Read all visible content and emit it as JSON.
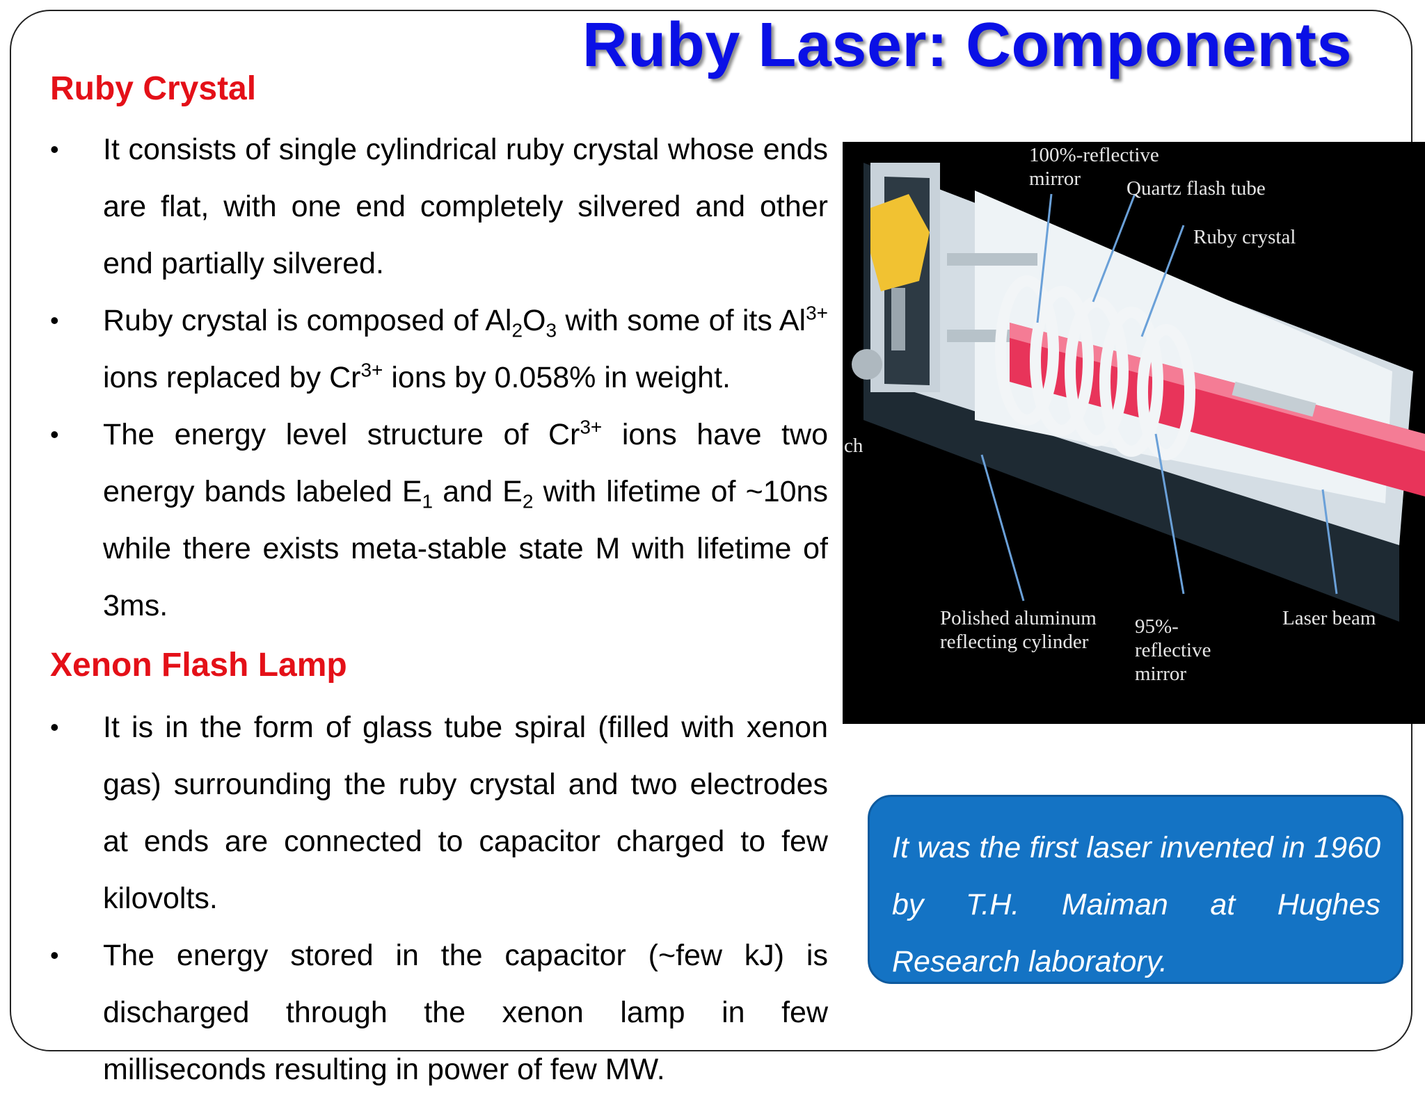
{
  "title": "Ruby Laser: Components",
  "ruby": {
    "heading": "Ruby Crystal",
    "b1": "It consists of single cylindrical ruby crystal whose ends are flat, with one end completely silvered and other end partially silvered.",
    "b2": {
      "p1": "Ruby crystal is composed of Al",
      "s1": "2",
      "p2": "O",
      "s2": "3",
      "p3": " with some of its Al",
      "s3": "3+",
      "p4": " ions replaced by Cr",
      "s4": "3+",
      "p5": " ions by 0.058% in weight."
    },
    "b3": {
      "p1": "The energy level structure of Cr",
      "s1": "3+",
      "p2": " ions have two energy bands labeled E",
      "s2": "1",
      "p3": " and E",
      "s3": "2",
      "p4": " with lifetime of ~10ns while there exists meta-stable state M with lifetime of 3ms."
    }
  },
  "xenon": {
    "heading": "Xenon Flash Lamp",
    "b1": "It is in the form of glass tube spiral (filled with xenon gas) surrounding the ruby crystal and two electrodes at ends are connected to capacitor charged to few kilovolts.",
    "b2": "The energy stored in the capacitor (~few kJ) is discharged through the xenon lamp in few milliseconds resulting in power of few MW."
  },
  "bullet_char": "•",
  "figure": {
    "labels": {
      "mirror100": "100%-reflective mirror",
      "flash": "Quartz flash tube",
      "crystal": "Ruby crystal",
      "cylinder": "Polished aluminum reflecting cylinder",
      "mirror95": "95%-reflective mirror",
      "beam": "Laser beam",
      "edge": "ch"
    }
  },
  "note": "It was the first laser invented in 1960 by T.H. Maiman at Hughes Research laboratory.",
  "colors": {
    "title": "#0a10e6",
    "heading": "#e41018",
    "note_bg": "#1473c4",
    "beam": "#e8345a"
  }
}
